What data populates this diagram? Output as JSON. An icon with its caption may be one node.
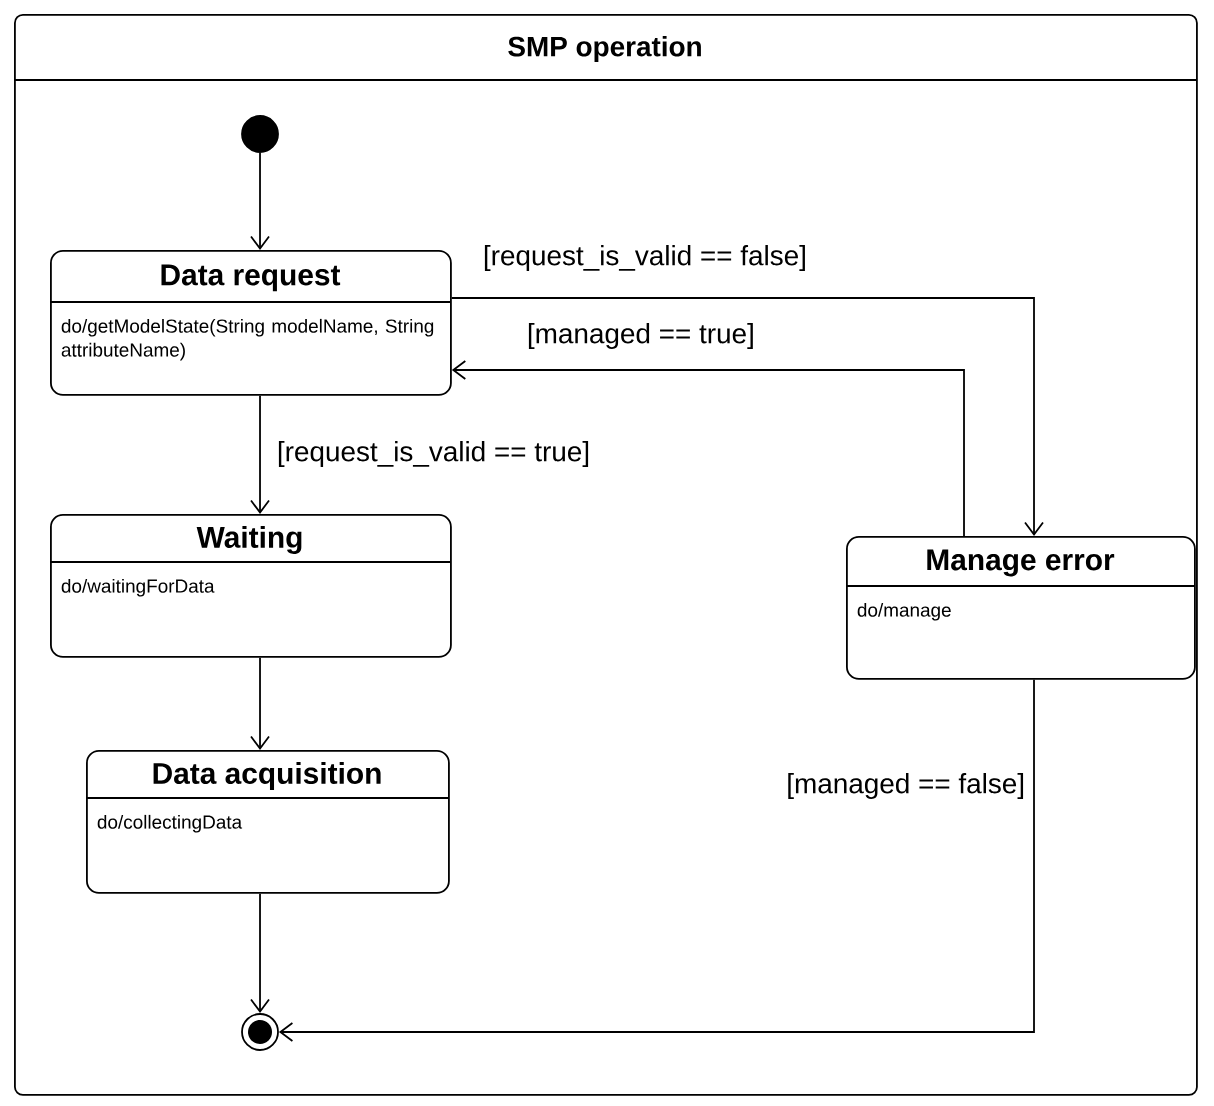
{
  "diagram": {
    "title": "SMP operation",
    "nodes": [
      {
        "text": [],
        "shape": "box"
      },
      {
        "text": [],
        "shape": "circle",
        "in": 0
      },
      {
        "text": [
          "Data request",
          "do/getModelState(String modelName, String attributeName)"
        ],
        "in": 0
      },
      {
        "text": [
          "Waiting",
          "do/waitingForData"
        ],
        "in": 0
      },
      {
        "text": [
          "Data acquisition",
          "do/collectingData"
        ],
        "in": 0
      },
      {
        "text": [
          "Manage error",
          "do/manage"
        ],
        "in": 0
      },
      {
        "text": [],
        "shape": "circle",
        "in": 0
      }
    ],
    "edges": [
      {
        "from": 1,
        "to": 2,
        "arrow": "to"
      },
      {
        "from": 2,
        "to": 3,
        "arrow": "to",
        "label": "[request_is_valid == true]"
      },
      {
        "from": 3,
        "to": 4,
        "arrow": "to"
      },
      {
        "from": 4,
        "to": 6,
        "arrow": "to"
      },
      {
        "from": 2,
        "to": 5,
        "arrow": "to",
        "label": "[request_is_valid == false]"
      },
      {
        "from": 5,
        "to": 2,
        "arrow": "to",
        "label": "[managed == true]"
      },
      {
        "from": 5,
        "to": 6,
        "arrow": "to",
        "label": "[managed == false]"
      }
    ]
  }
}
